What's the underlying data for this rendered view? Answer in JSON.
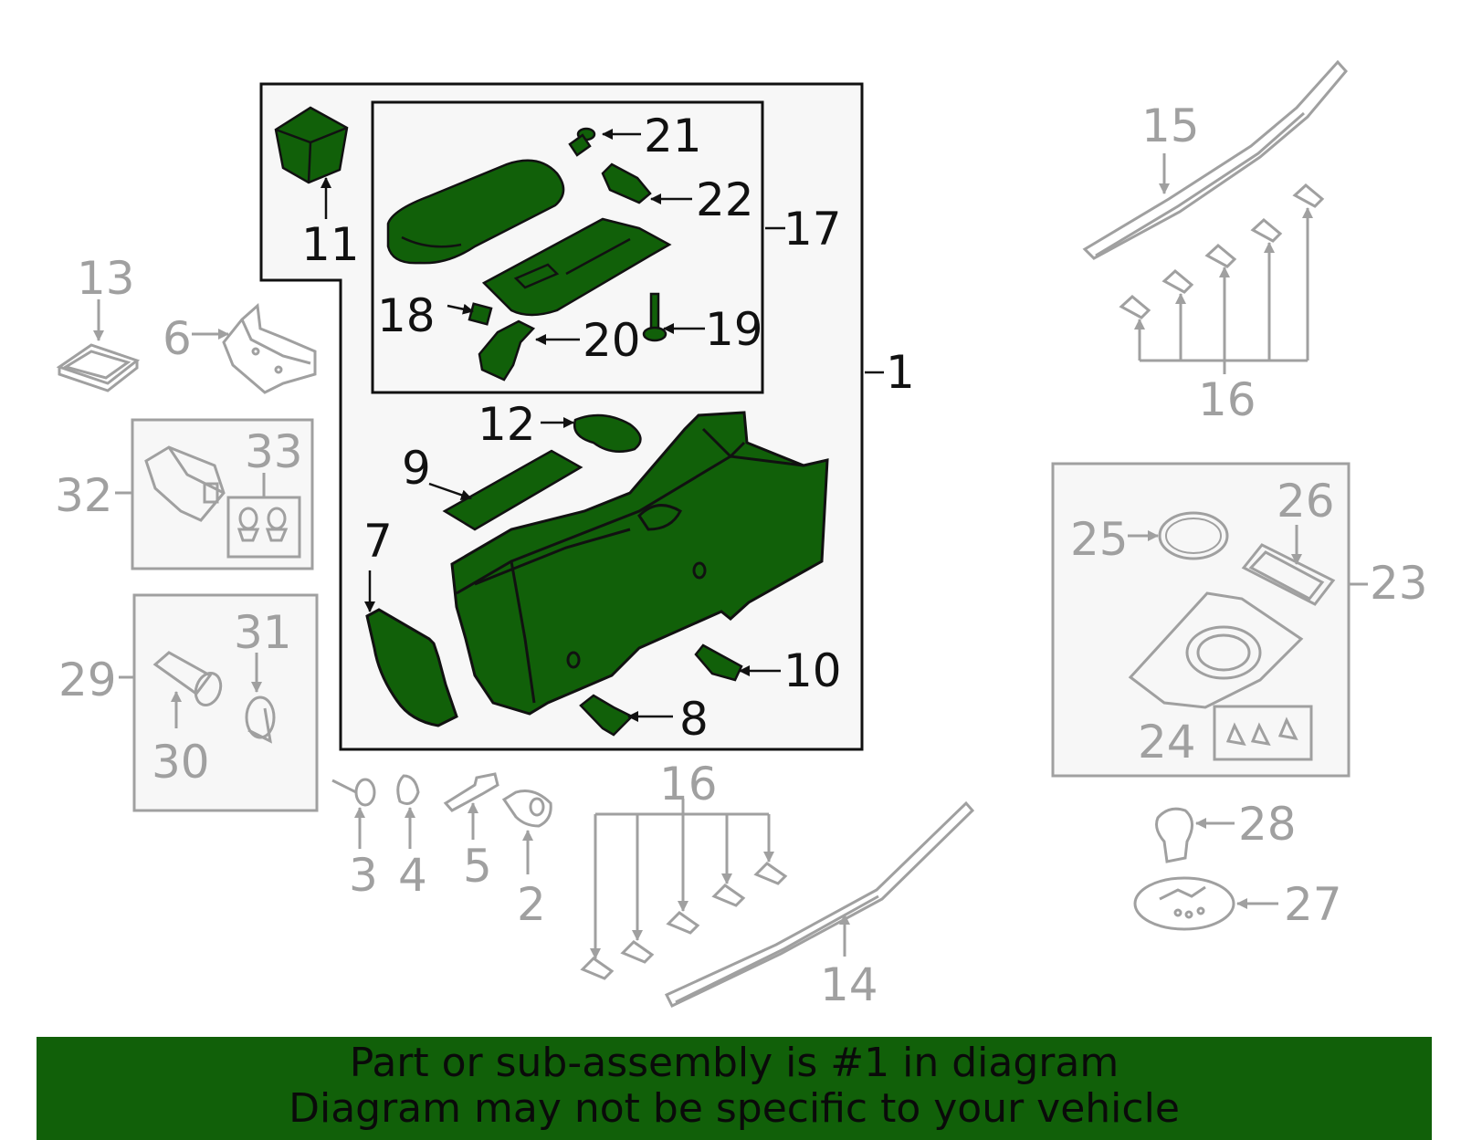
{
  "colors": {
    "highlight_fill": "#116009",
    "outline_dark": "#111111",
    "outline_grey": "#a0a0a0",
    "panel_fill": "#f7f7f7",
    "banner_bg": "#116009"
  },
  "callouts": {
    "c1": "1",
    "c2": "2",
    "c3": "3",
    "c4": "4",
    "c5": "5",
    "c6": "6",
    "c7": "7",
    "c8": "8",
    "c9": "9",
    "c10": "10",
    "c11": "11",
    "c12": "12",
    "c13": "13",
    "c14": "14",
    "c15": "15",
    "c16a": "16",
    "c16b": "16",
    "c17": "17",
    "c18": "18",
    "c19": "19",
    "c20": "20",
    "c21": "21",
    "c22": "22",
    "c23": "23",
    "c24": "24",
    "c25": "25",
    "c26": "26",
    "c27": "27",
    "c28": "28",
    "c29": "29",
    "c30": "30",
    "c31": "31",
    "c32": "32",
    "c33": "33"
  },
  "banner": {
    "line1": "Part or sub-assembly is #1 in diagram",
    "line2": "Diagram may not be specific to your vehicle"
  }
}
